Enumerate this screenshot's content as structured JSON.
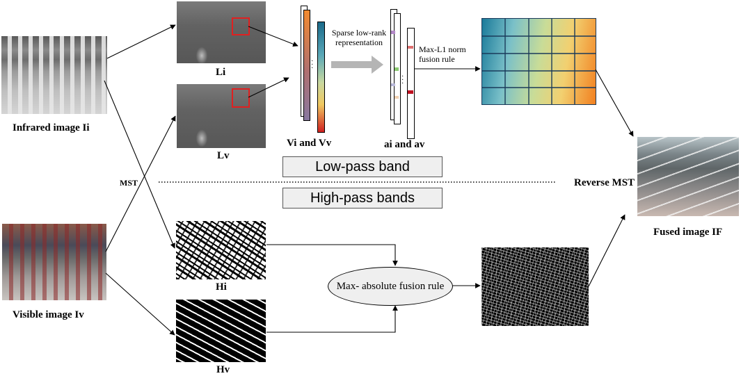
{
  "inputs": {
    "infrared_label": "Infrared image Ii",
    "visible_label": "Visible image Iv"
  },
  "decomposition": {
    "mst_label": "MST",
    "li_label": "Li",
    "lv_label": "Lv",
    "hi_label": "Hi",
    "hv_label": "Hv"
  },
  "low_pass": {
    "band_label": "Low-pass band",
    "vectors_label": "Vi and Vv",
    "sparse_text": "Sparse low-rank representation",
    "coeffs_label": "ai and av",
    "fusion_rule_text": "Max-L1 norm fusion rule"
  },
  "high_pass": {
    "band_label": "High-pass bands",
    "fusion_rule_text": "Max- absolute fusion rule"
  },
  "output": {
    "reverse_label": "Reverse MST",
    "fused_label": "Fused image IF"
  },
  "colors": {
    "patch_box": "#e02020",
    "band_fill": "#efefef",
    "grid_line": "#1a3a5a",
    "arrow": "#000000",
    "gray_arrow": "#b5b5b5"
  }
}
